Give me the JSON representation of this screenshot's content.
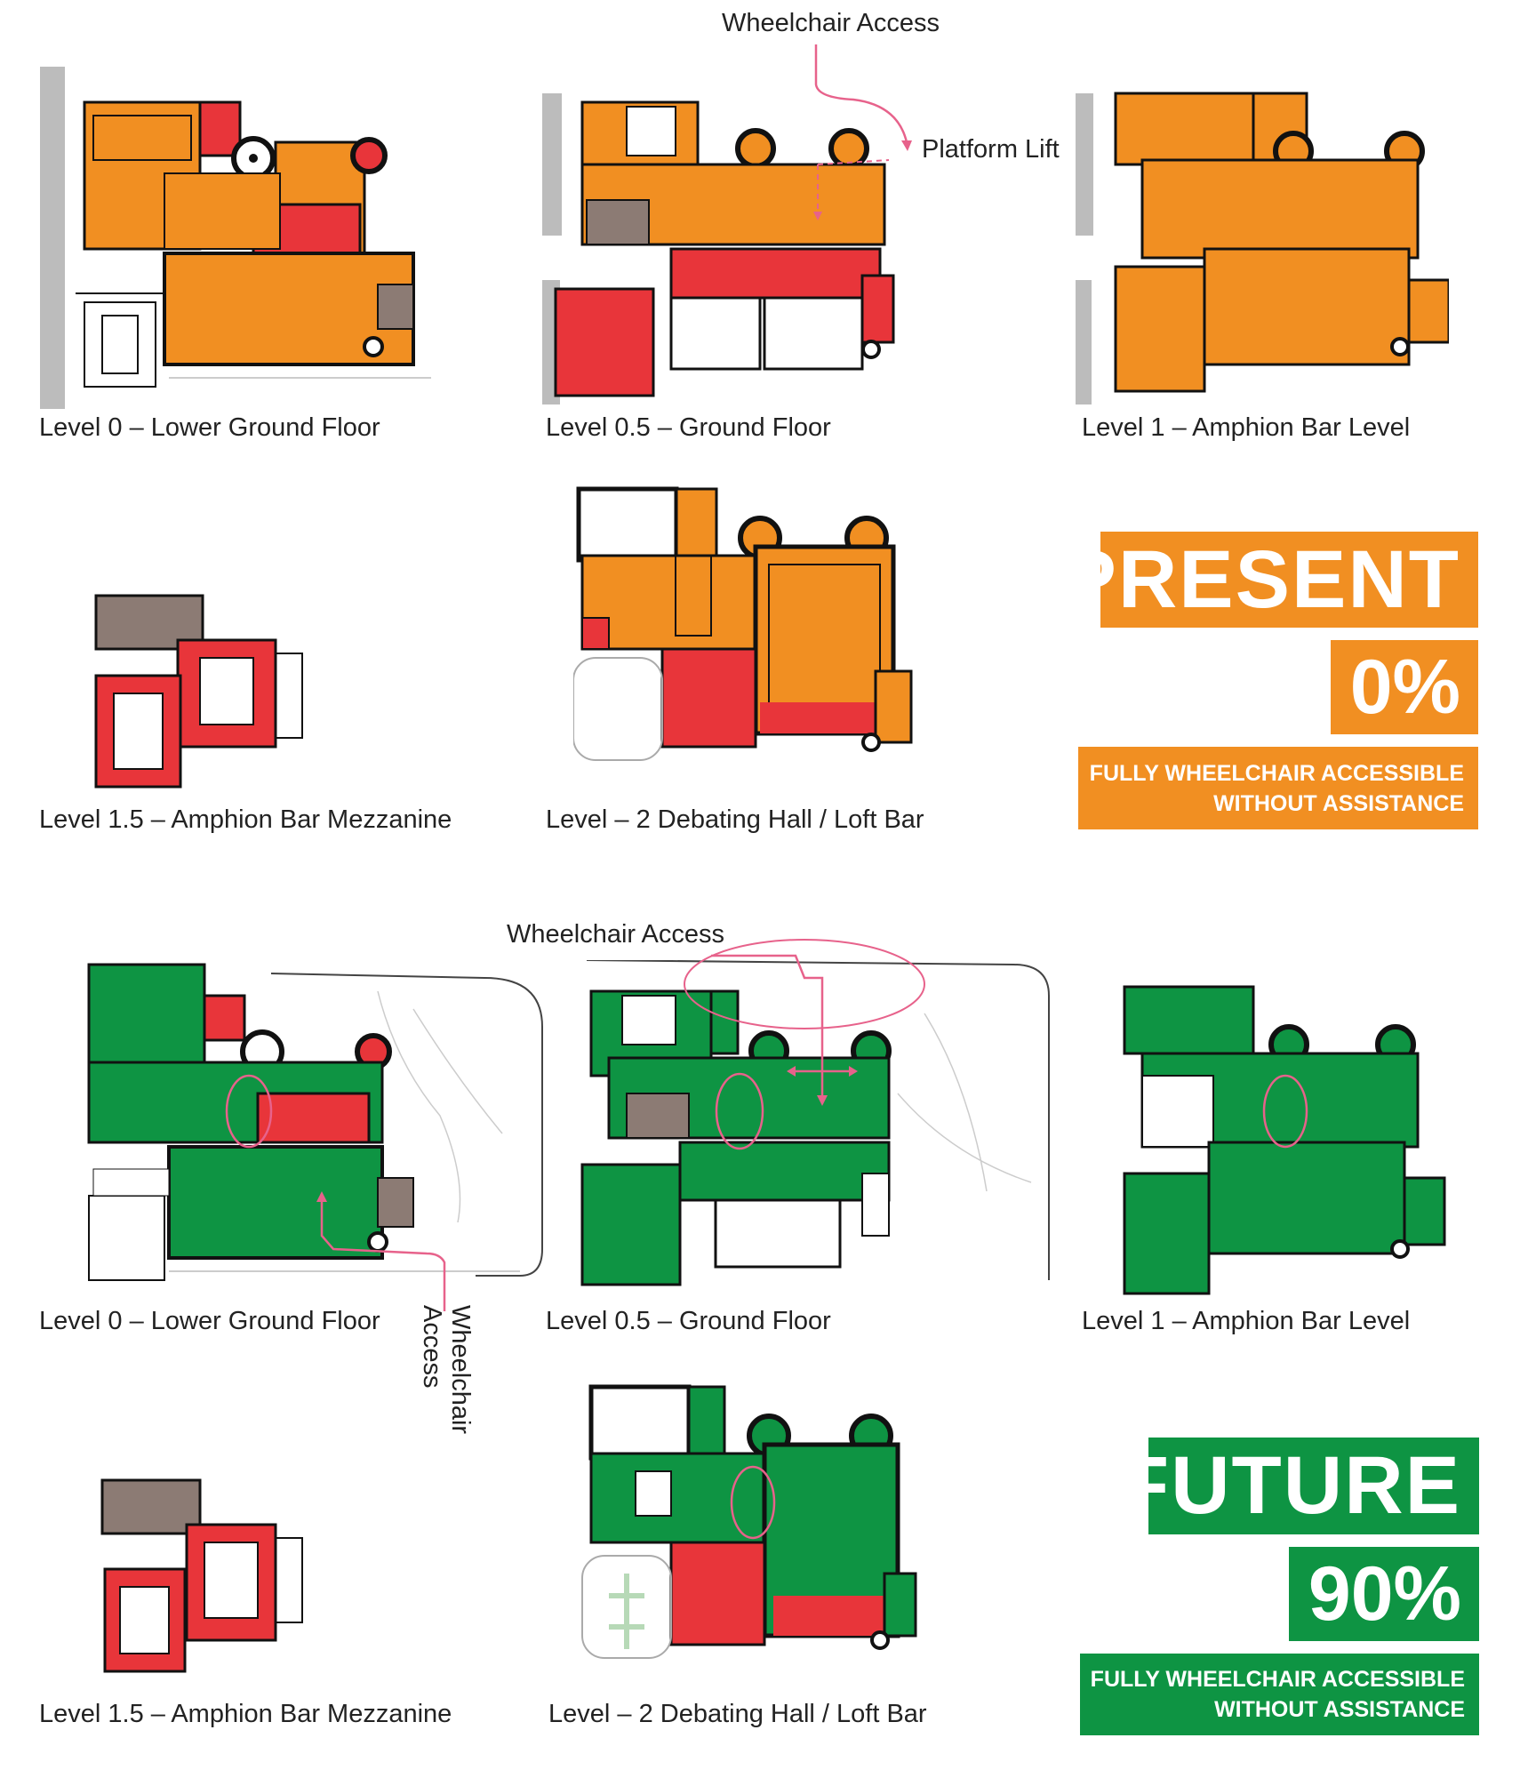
{
  "colors": {
    "present": "#F18F22",
    "future": "#0E9443",
    "inaccessible": "#E8353A",
    "grey": "#8C7B74",
    "access_arrow": "#E7628B"
  },
  "present": {
    "title": "PRESENT",
    "percent": "0%",
    "note_line1": "FULLY WHEELCHAIR ACCESSIBLE",
    "note_line2": "WITHOUT ASSISTANCE",
    "annotations": {
      "wheelchair_access": "Wheelchair Access",
      "platform_lift": "Platform Lift"
    },
    "levels": [
      {
        "label": "Level 0 – Lower Ground Floor"
      },
      {
        "label": "Level 0.5 – Ground Floor"
      },
      {
        "label": "Level 1 – Amphion Bar Level"
      },
      {
        "label": "Level 1.5 – Amphion Bar Mezzanine"
      },
      {
        "label": "Level – 2 Debating Hall / Loft Bar"
      }
    ]
  },
  "future": {
    "title": "FUTURE",
    "percent": "90%",
    "note_line1": "FULLY WHEELCHAIR ACCESSIBLE",
    "note_line2": "WITHOUT ASSISTANCE",
    "annotations": {
      "wheelchair_access_top": "Wheelchair Access",
      "wheelchair_access_side_line1": "Wheelchair",
      "wheelchair_access_side_line2": "Access"
    },
    "levels": [
      {
        "label": "Level 0 – Lower Ground Floor"
      },
      {
        "label": "Level 0.5 – Ground Floor"
      },
      {
        "label": "Level 1 – Amphion Bar Level"
      },
      {
        "label": "Level 1.5 – Amphion Bar Mezzanine"
      },
      {
        "label": "Level – 2 Debating Hall / Loft Bar"
      }
    ]
  }
}
